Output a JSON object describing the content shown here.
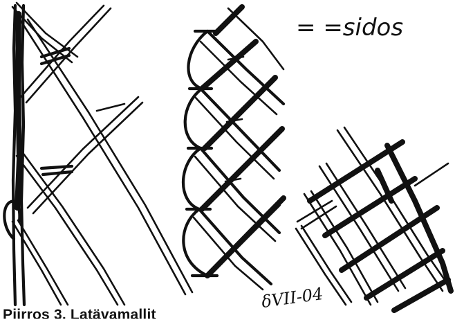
{
  "figure": {
    "legend_symbol": "=",
    "legend_text": "=sidos",
    "signature": "δVII-04",
    "caption": "Piirros 3. Latävamallit"
  }
}
